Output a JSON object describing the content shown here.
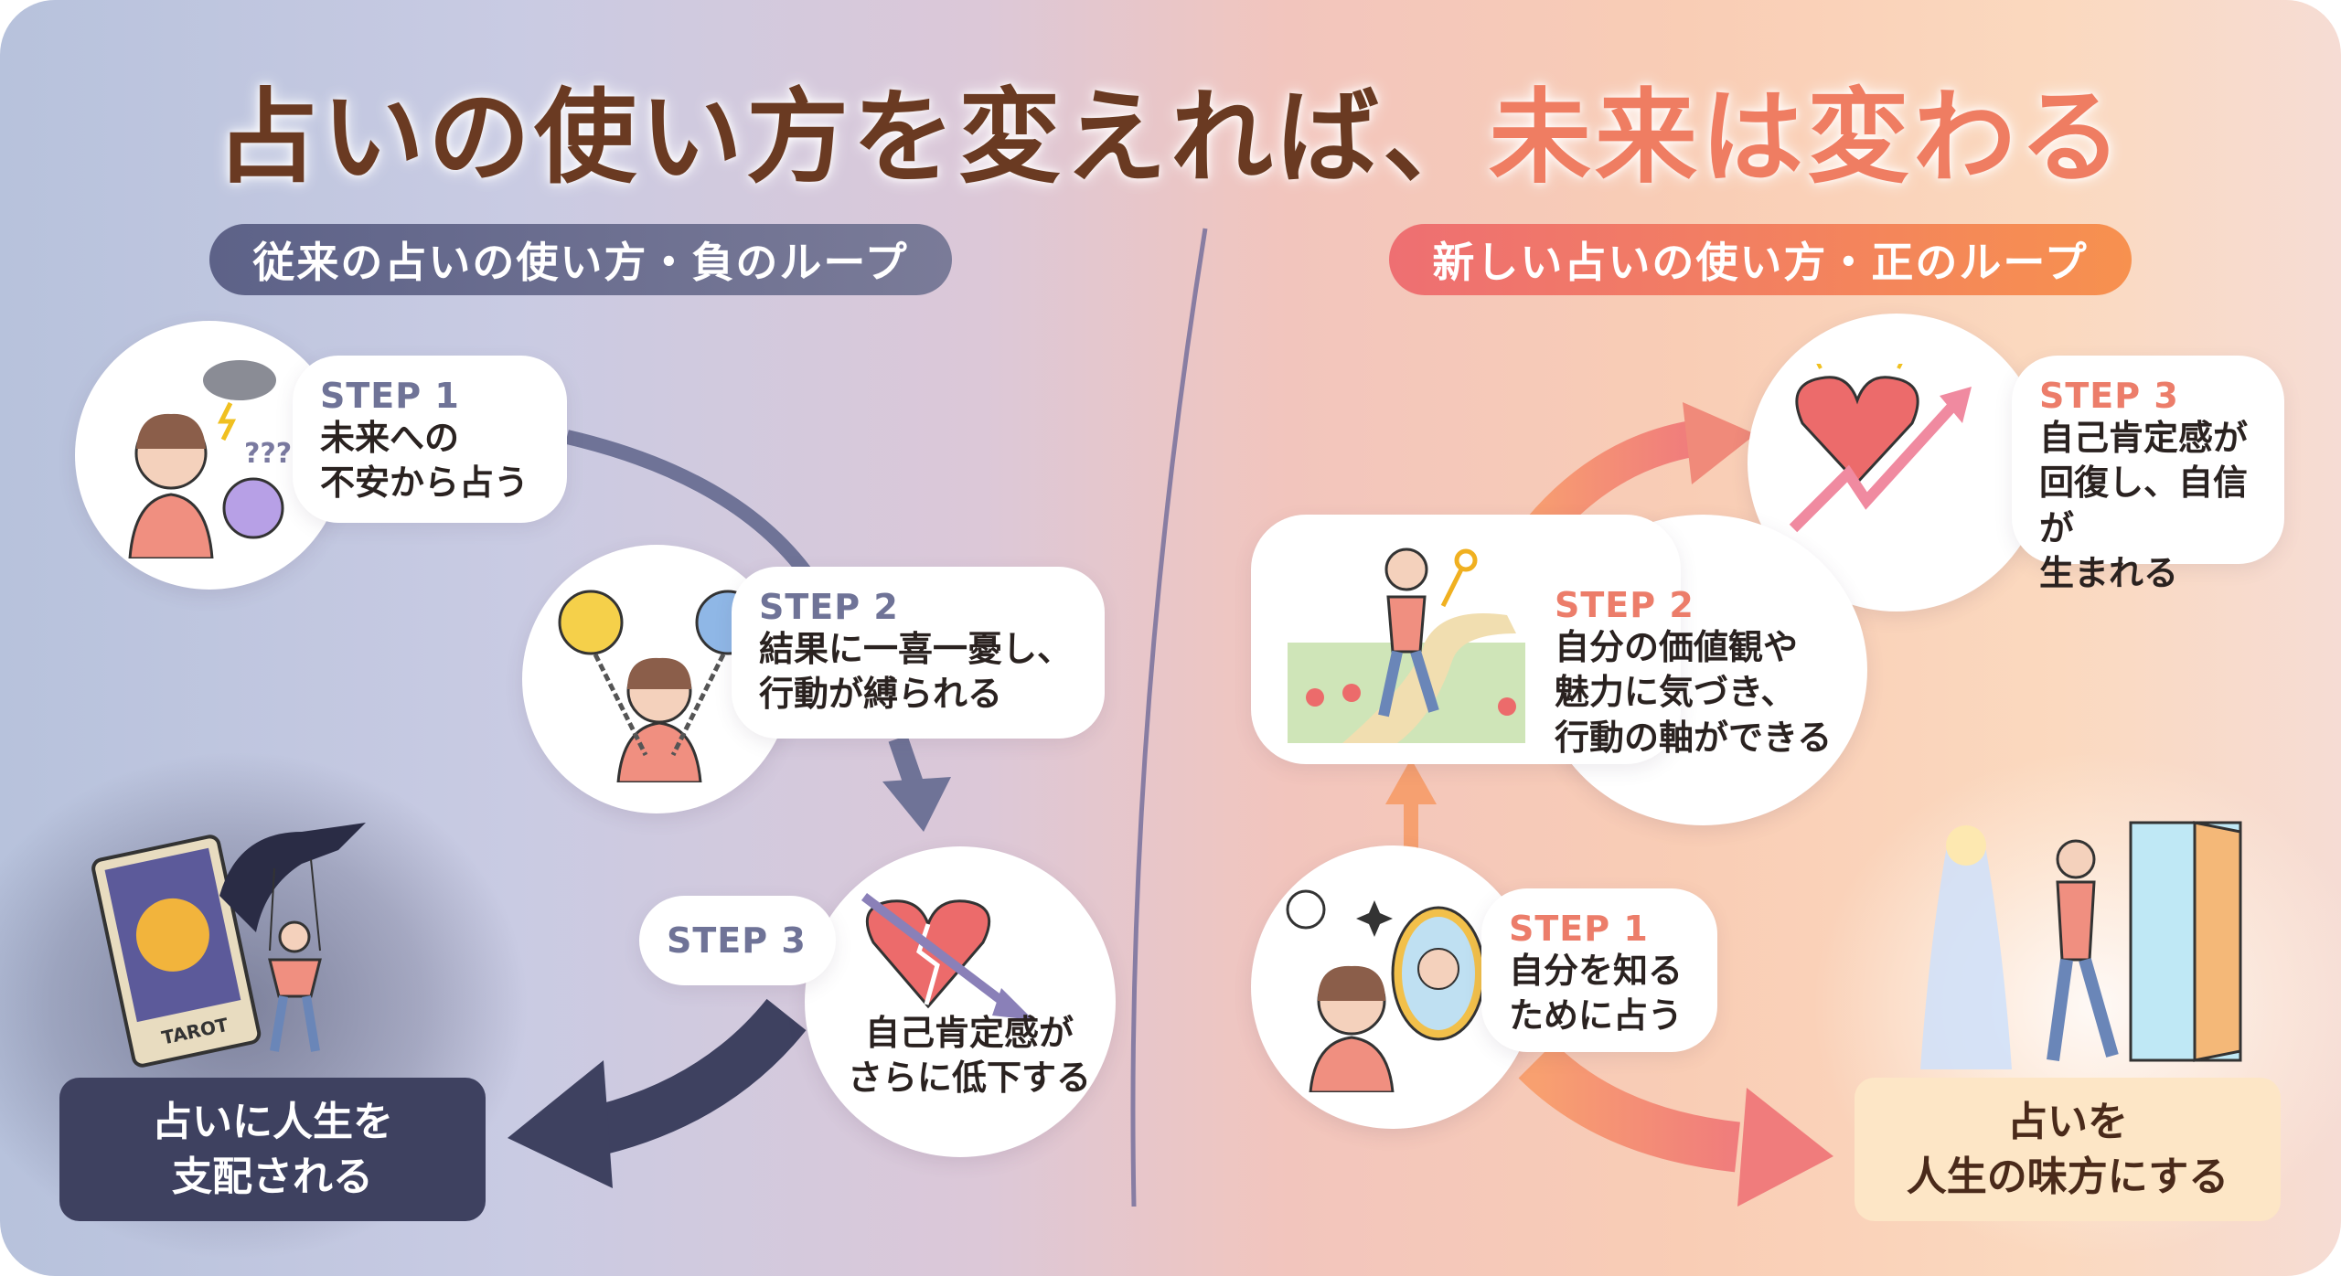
{
  "title": {
    "main": "占いの使い方を変えれば、",
    "accent": "未来は変わる"
  },
  "left": {
    "header": "従来の占いの使い方・負のループ",
    "steps": [
      {
        "label": "STEP 1",
        "text": "未来への\n不安から占う",
        "icon": "worried-woman-crystal-ball-icon"
      },
      {
        "label": "STEP 2",
        "text": "結果に一喜一憂し、\n行動が縛られる",
        "icon": "chained-woman-emotions-icon"
      },
      {
        "label": "STEP 3",
        "text": "自己肯定感が\nさらに低下する",
        "icon": "broken-heart-down-arrow-icon"
      }
    ],
    "outcome": "占いに人生を\n支配される",
    "tarot_card_text": "TAROT"
  },
  "right": {
    "header": "新しい占いの使い方・正のループ",
    "steps": [
      {
        "label": "STEP 1",
        "text": "自分を知る\nために占う",
        "icon": "woman-mirror-compass-icon"
      },
      {
        "label": "STEP 2",
        "text": "自分の価値観や\n魅力に気づき、\n行動の軸ができる",
        "icon": "woman-walking-key-icon"
      },
      {
        "label": "STEP 3",
        "text": "自己肯定感が\n回復し、自信が\n生まれる",
        "icon": "heart-rising-arrow-icon"
      }
    ],
    "outcome": "占いを\n人生の味方にする"
  },
  "colors": {
    "negative": "#3e4160",
    "positive": "#ef7d62",
    "title": "#6a3a22"
  }
}
